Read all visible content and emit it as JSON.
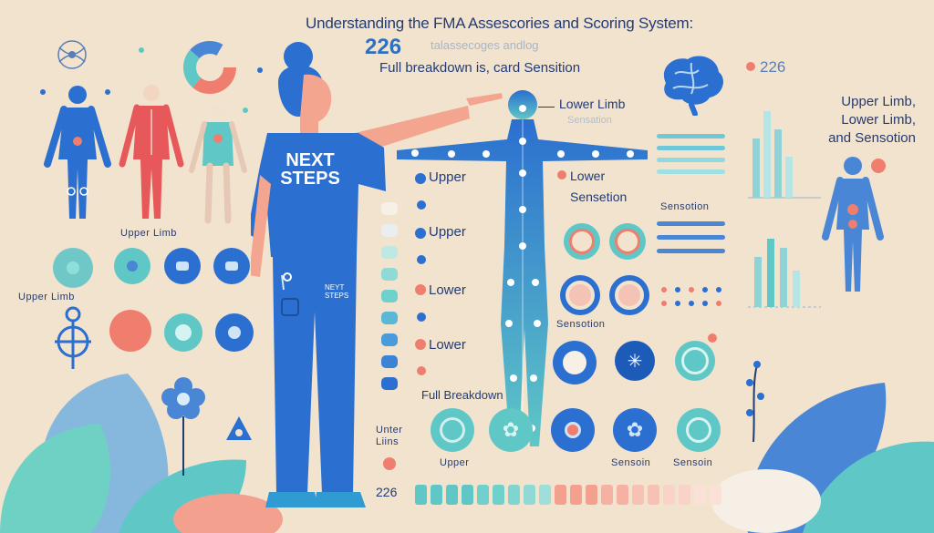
{
  "header": {
    "title": "Understanding the FMA Assescories and Scoring System:",
    "number": "226",
    "faded_subtitle": "talassecoges andlog",
    "subtitle": "Full breakdown   is, card Sensition"
  },
  "shirt": {
    "main": "NEXT\nSTEPS",
    "pocket": "NEYT\nSTEPS"
  },
  "left_labels": {
    "upper_limb_1": "Upper Limb",
    "upper_limb_2": "Upper Limb"
  },
  "body_labels": {
    "lower_limb": "Lower Limb",
    "faded": "Sensation"
  },
  "middle_list": {
    "upper_1": "Upper",
    "upper_2": "Upper",
    "lower_1": "Lower",
    "lower_2": "Lower",
    "lower_right": "Lower",
    "sensation_right": "Sensetion",
    "full_breakdown": "Full Breakdown"
  },
  "right_panel": {
    "number": "226",
    "summary": "Upper Limb,\nLower Limb,\nand Sensotion",
    "sensotion": "Sensotion",
    "sensotion_2": "Sensotion"
  },
  "bottom": {
    "unter_limbs": "Unter\nLiins",
    "upper": "Upper",
    "sensoin_1": "Sensoin",
    "sensoin_2": "Sensoin",
    "number": "226"
  },
  "colors": {
    "background": "#f2e3cf",
    "blue": "#2b6fd0",
    "teal": "#5fc7c6",
    "coral": "#f07e6e",
    "navy": "#233b73"
  },
  "icons": [
    "brain-icon",
    "anatomy-logo-icon",
    "donut-chart-icon",
    "human-figure-icon",
    "muscle-figure-icon",
    "skeleton-figure-icon",
    "joint-points-figure-icon",
    "flower-icon",
    "leaf-icon",
    "bar-chart-icon",
    "stick-figure-icon"
  ]
}
